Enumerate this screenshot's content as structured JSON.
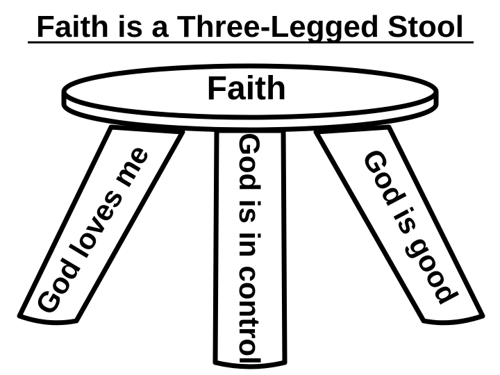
{
  "title": "Faith is a Three-Legged Stool",
  "seat": {
    "label": "Faith"
  },
  "legs": {
    "left": "God loves me",
    "center": "God is in control",
    "right": "God is good"
  },
  "colors": {
    "ink": "#000000",
    "fill": "#ffffff"
  }
}
